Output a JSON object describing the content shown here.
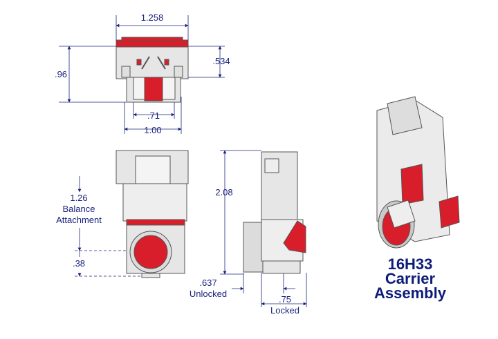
{
  "dimensions": {
    "top_width": "1.258",
    "top_height": ".96",
    "top_inner_height": ".534",
    "top_inner_width": ".71",
    "top_base_width": "1.00",
    "front_height": "1.26",
    "front_balance": "Balance",
    "front_attachment": "Attachment",
    "front_bottom": ".38",
    "side_height": "2.08",
    "side_unlocked_value": ".637",
    "side_unlocked_label": "Unlocked",
    "side_locked_value": ".75",
    "side_locked_label": "Locked"
  },
  "product": {
    "model": "16H33",
    "line1": "Carrier",
    "line2": "Assembly"
  },
  "colors": {
    "red": "#d81e2a",
    "grey": "#e6e6e6",
    "outline": "#555555",
    "dimension": "#1a237e",
    "title": "#0d1b7a"
  }
}
